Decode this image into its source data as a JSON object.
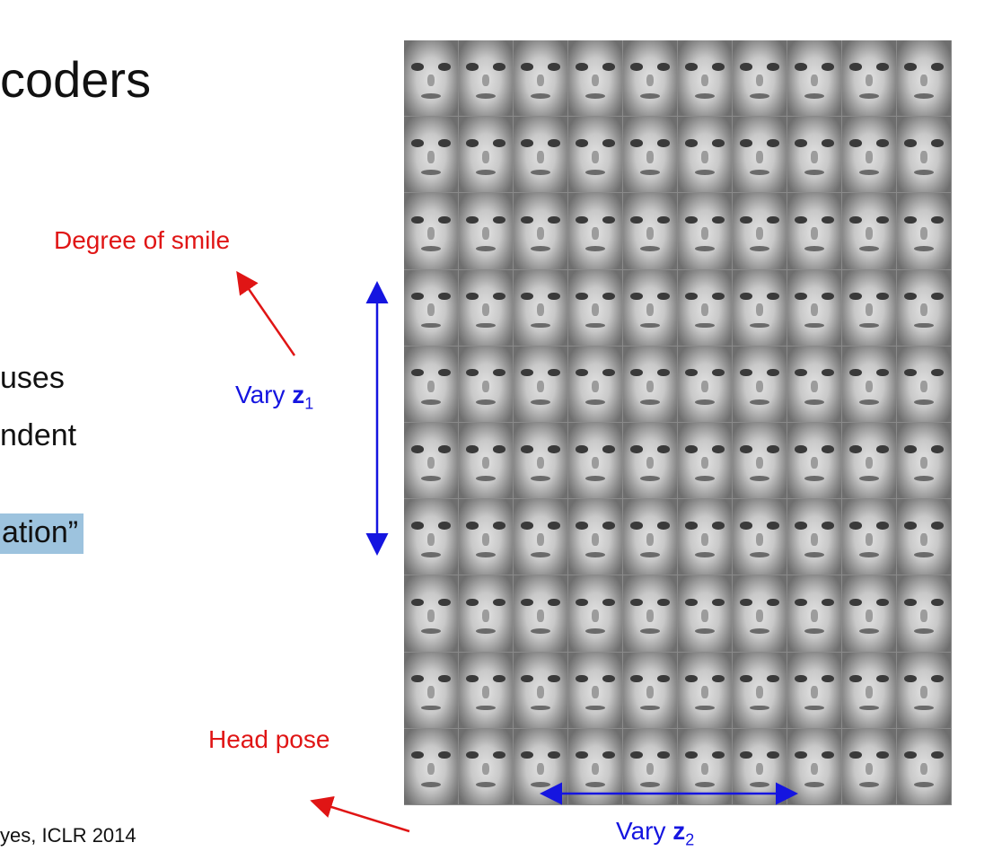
{
  "slide": {
    "title": "coders",
    "body_line_1": "uses",
    "body_line_2": "ndent",
    "highlight_text": "ation”",
    "citation": "yes, ICLR 2014"
  },
  "labels": {
    "smile": "Degree of smile",
    "head_pose": "Head pose",
    "vary_z1_prefix": "Vary ",
    "vary_z1_var": "z",
    "vary_z1_sub": "1",
    "vary_z2_prefix": "Vary ",
    "vary_z2_var": "z",
    "vary_z2_sub": "2"
  },
  "face_grid": {
    "rows": 10,
    "cols": 10
  },
  "colors": {
    "red": "#e01515",
    "blue": "#1515e0",
    "highlight": "#9dc3de"
  }
}
